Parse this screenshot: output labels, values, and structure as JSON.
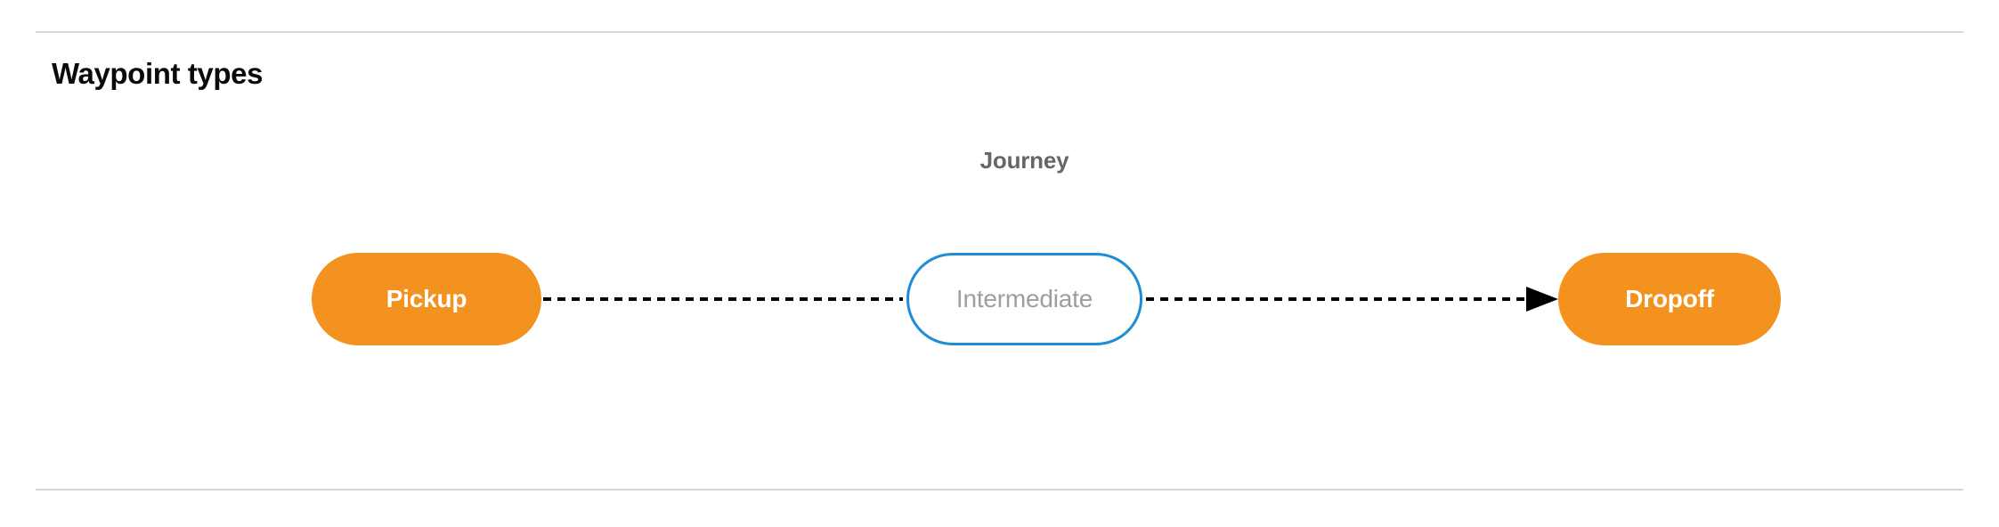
{
  "section": {
    "title": "Waypoint types"
  },
  "diagram": {
    "group_label": "Journey",
    "nodes": [
      {
        "id": "pickup",
        "label": "Pickup",
        "style": "filled",
        "fill": "#F4921F",
        "text_color": "#FFFFFF"
      },
      {
        "id": "intermediate",
        "label": "Intermediate",
        "style": "outlined",
        "fill": "#FFFFFF",
        "border_color": "#1A8FD6",
        "text_color": "#9E9E9E"
      },
      {
        "id": "dropoff",
        "label": "Dropoff",
        "style": "filled",
        "fill": "#F4921F",
        "text_color": "#FFFFFF"
      }
    ],
    "edges": [
      {
        "from": "pickup",
        "to": "intermediate",
        "line": "dashed",
        "arrowhead": false,
        "color": "#000000"
      },
      {
        "from": "intermediate",
        "to": "dropoff",
        "line": "dashed",
        "arrowhead": true,
        "color": "#000000"
      }
    ]
  },
  "colors": {
    "accent_orange": "#F4921F",
    "accent_blue": "#1A8FD6",
    "muted_text": "#9E9E9E",
    "label_text": "#666666",
    "rule": "#D6D6D6",
    "background": "#FFFFFF"
  }
}
